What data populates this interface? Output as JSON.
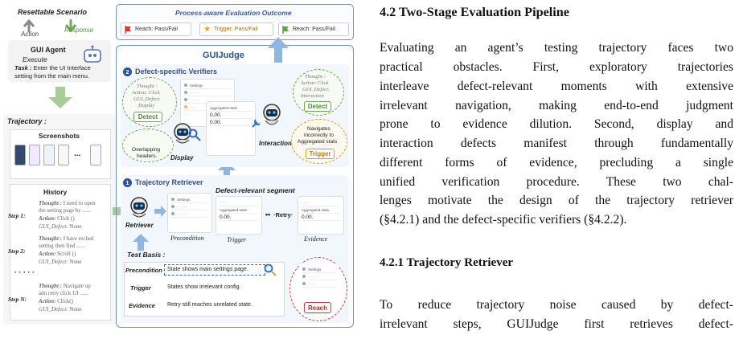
{
  "figure": {
    "scenario": {
      "title": "Resettable Scenario",
      "action": "Action",
      "response": "Response"
    },
    "agent": {
      "title": "GUI Agent",
      "execute": "Execute",
      "task_label": "Task :",
      "task_line1": "Enter the UI Interface",
      "task_line2": "setting from the main menu."
    },
    "trajectory": {
      "title": "Trajectory :",
      "screenshots_title": "Screenshots",
      "ellipsis": "...",
      "history_title": "History",
      "steps": [
        {
          "label": "Step 1:",
          "l1a": "Thought :",
          "l1b": " I need to open",
          "l2": "the setting page by ......",
          "l3a": "Action:",
          "l3b": " Click ()",
          "l4a": "GUI_Defect:",
          "l4b": " None"
        },
        {
          "label": "Step 2:",
          "l1a": "Thought :",
          "l1b": " I have reched",
          "l2": "setting then find ......",
          "l3a": "Action:",
          "l3b": " Scroll ()",
          "l4a": "GUI_Defect:",
          "l4b": " None"
        },
        {
          "label": "Step N:",
          "l1a": "Thought :",
          "l1b": " Navigate up",
          "l2": "adn retry click UI ......",
          "l3a": "Action:",
          "l3b": " Click()",
          "l4a": "GUI_Defect:",
          "l4b": " None"
        }
      ],
      "dots": "· · · · ·"
    },
    "outcome": {
      "title": "Process-aware Evaluation Outcome",
      "reach": "Reach: Pass/Fail",
      "trigger": "Trigger: Pass/Fail",
      "reach2": "Reach: Pass/Fail"
    },
    "guijudge": "GUIJudge",
    "verifiers": {
      "number": "2",
      "title": "Defect-specific Verifiers",
      "display_bubble": {
        "l1": "Thought :",
        "l2": "Action: Click",
        "l3": "GUI_Defect:",
        "l4": "Display",
        "button": "Detect"
      },
      "display_label": "Display",
      "overlap": {
        "l1": "Overlapping",
        "l2": "headers."
      },
      "interaction_bubble": {
        "l1": "Thought :",
        "l2": "Action: Click",
        "l3": "GUI_Defect:",
        "l4": "Interaction",
        "button": "Detect"
      },
      "interaction_label": "Interaction",
      "navigates": {
        "l1": "Navigates",
        "l2": "incorrectly to",
        "l3": "Aggregated stats",
        "button": "Trigger"
      },
      "mini": {
        "settings": "Settings",
        "agg": "Aggregated stats",
        "val": "0.00."
      }
    },
    "retriever": {
      "number": "1",
      "title": "Trajectory Retriever",
      "segment_title": "Defect-relevant segment",
      "retriever_label": "Retriever",
      "precondition": "Precondition",
      "trigger": "Trigger",
      "evidence": "Evidence",
      "retry": "Retry",
      "test_basis": "Test Basis :",
      "rows": [
        {
          "key": "Precondition",
          "value": "State shows main settings page."
        },
        {
          "key": "Trigger",
          "value": "States show irrelevant config."
        },
        {
          "key": "Evidence",
          "value": "Retry still reaches unrelated state."
        }
      ],
      "reach_button": "Reach"
    }
  },
  "text": {
    "section": "4.2   Two-Stage Evaluation Pipeline",
    "para1": [
      "Evaluating an agent’s testing trajectory faces two",
      "practical obstacles. First, exploratory trajectories",
      "interleave defect-relevant moments with extensive",
      "irrelevant navigation, making end-to-end judgment",
      "prone to evidence dilution.  Second, display and",
      "interaction defects manifest through fundamentally",
      "different forms of evidence, precluding a single",
      "unified verification procedure.  These two chal-",
      "lenges motivate the design of the trajectory retriever",
      "(§4.2.1) and the defect-specific verifiers (§4.2.2)."
    ],
    "subsection": "4.2.1   Trajectory Retriever",
    "para2": [
      "To reduce trajectory noise caused by defect-",
      "irrelevant steps, GUIJudge first retrieves defect-"
    ]
  }
}
